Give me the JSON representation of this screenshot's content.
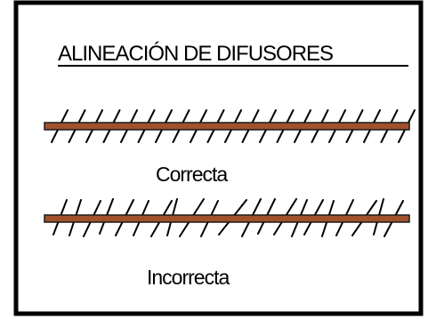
{
  "title": "ALINEACIÓN DE DIFUSORES",
  "correct_label": "Correcta",
  "incorrect_label": "Incorrecta",
  "colors": {
    "border": "#000000",
    "diffuser_pipe": "#a0522d",
    "diffuser_pipe_edge": "#1a1a1a",
    "hatch": "#000000",
    "text": "#000000"
  }
}
